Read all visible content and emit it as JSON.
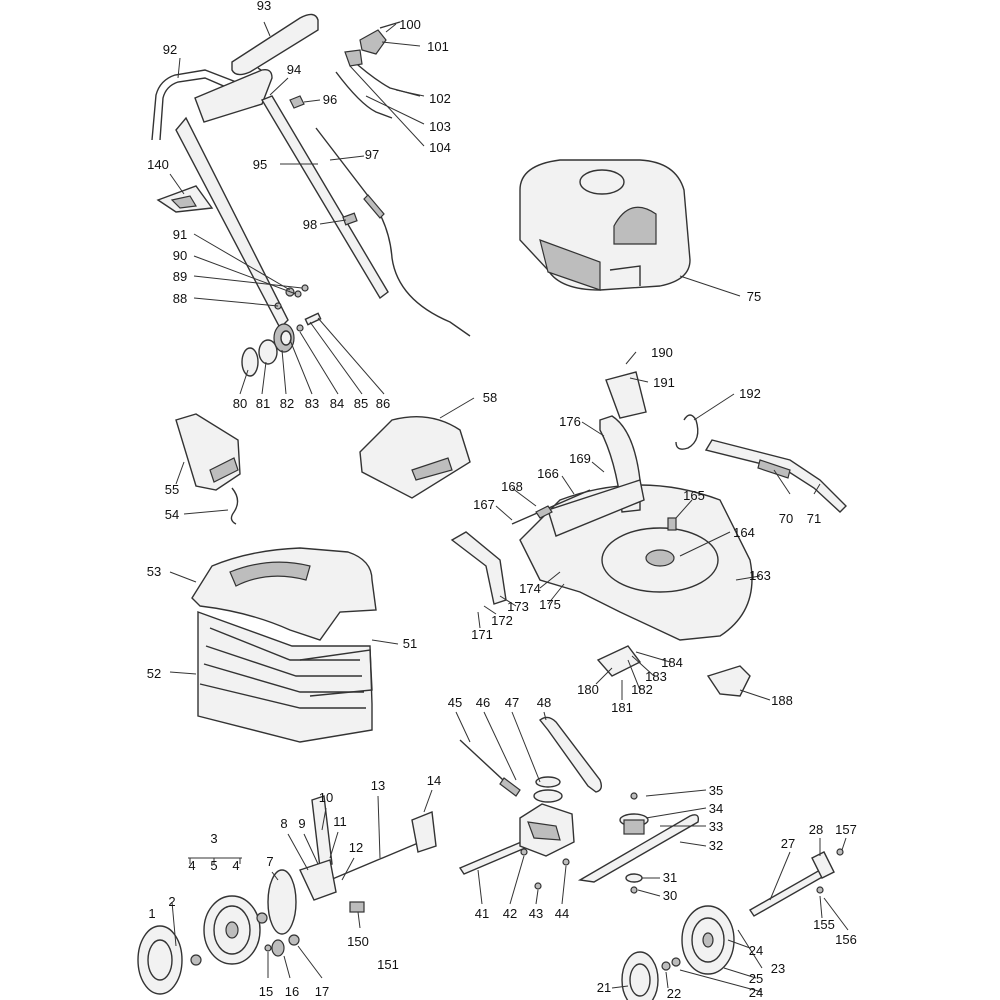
{
  "callouts": {
    "c1": "1",
    "c2": "2",
    "c3": "3",
    "c4a": "4",
    "c5": "5",
    "c4b": "4",
    "c7": "7",
    "c8": "8",
    "c9": "9",
    "c10": "10",
    "c11": "11",
    "c12": "12",
    "c13": "13",
    "c14": "14",
    "c15": "15",
    "c16": "16",
    "c17": "17",
    "c21": "21",
    "c22": "22",
    "c23": "23",
    "c24a": "24",
    "c24b": "24",
    "c25": "25",
    "c27": "27",
    "c28": "28",
    "c30": "30",
    "c31": "31",
    "c32": "32",
    "c33": "33",
    "c34": "34",
    "c35": "35",
    "c41": "41",
    "c42": "42",
    "c43": "43",
    "c44": "44",
    "c45": "45",
    "c46": "46",
    "c47": "47",
    "c48": "48",
    "c51": "51",
    "c52": "52",
    "c53": "53",
    "c54": "54",
    "c55": "55",
    "c58": "58",
    "c70": "70",
    "c71": "71",
    "c75": "75",
    "c80": "80",
    "c81": "81",
    "c82": "82",
    "c83": "83",
    "c84": "84",
    "c85": "85",
    "c86": "86",
    "c88": "88",
    "c89": "89",
    "c90": "90",
    "c91": "91",
    "c92": "92",
    "c93": "93",
    "c94": "94",
    "c95": "95",
    "c96": "96",
    "c97": "97",
    "c98": "98",
    "c100": "100",
    "c101": "101",
    "c102": "102",
    "c103": "103",
    "c104": "104",
    "c140": "140",
    "c150": "150",
    "c151": "151",
    "c155": "155",
    "c156": "156",
    "c157": "157",
    "c163": "163",
    "c164": "164",
    "c165": "165",
    "c166": "166",
    "c167": "167",
    "c168": "168",
    "c169": "169",
    "c171": "171",
    "c172": "172",
    "c173": "173",
    "c174": "174",
    "c175": "175",
    "c176": "176",
    "c180": "180",
    "c181": "181",
    "c182": "182",
    "c183": "183",
    "c184": "184",
    "c188": "188",
    "c190": "190",
    "c191": "191",
    "c192": "192"
  }
}
